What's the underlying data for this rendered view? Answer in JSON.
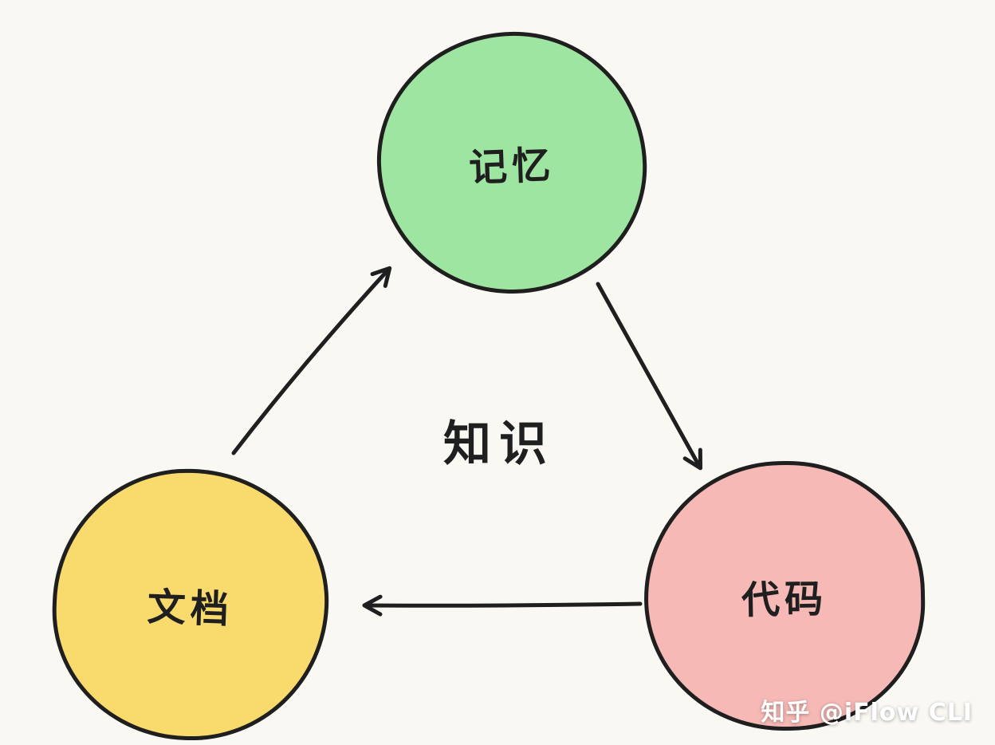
{
  "diagram": {
    "center_label": "知识",
    "nodes": [
      {
        "id": "memory",
        "label": "记忆",
        "fill": "#9fe5a2",
        "position": "top"
      },
      {
        "id": "document",
        "label": "文档",
        "fill": "#f8da6d",
        "position": "bottom-left"
      },
      {
        "id": "code",
        "label": "代码",
        "fill": "#f6b9b5",
        "position": "bottom-right"
      }
    ],
    "edges": [
      {
        "from": "document",
        "to": "memory"
      },
      {
        "from": "memory",
        "to": "code"
      },
      {
        "from": "code",
        "to": "document"
      }
    ],
    "colors": {
      "outline": "#1f1f1f",
      "background": "#faf8f3",
      "text": "#1f1f1f"
    }
  },
  "watermark": {
    "text": "知乎 @iFlow CLI"
  }
}
